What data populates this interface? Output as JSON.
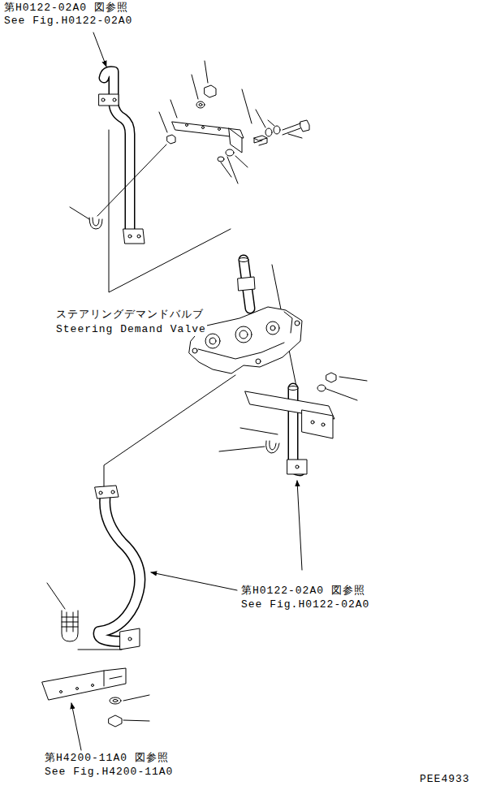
{
  "diagram": {
    "labels": [
      "第H0122-02A0 図参照",
      "See Fig.H0122-02A0",
      "ステアリングデマンドバルブ",
      "Steering Demand Valve",
      "第H0122-02A0 図参照",
      "See Fig.H0122-02A0",
      "第H4200-11A0 図参照",
      "See Fig.H4200-11A0",
      "PEE4933"
    ]
  }
}
